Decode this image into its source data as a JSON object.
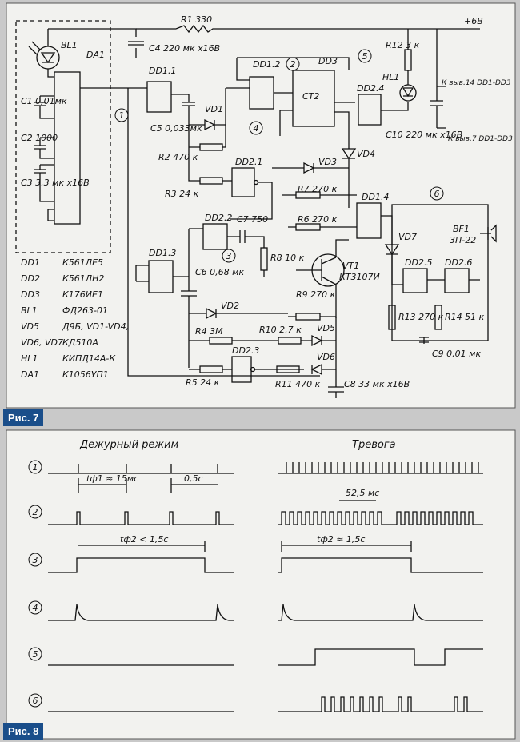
{
  "fig7": {
    "caption": "Рис. 7",
    "supply": "+6В",
    "chips": {
      "da1": "DA1",
      "dd1_1": "DD1.1",
      "dd1_2": "DD1.2",
      "dd1_3": "DD1.3",
      "dd1_4": "DD1.4",
      "dd2_1": "DD2.1",
      "dd2_2": "DD2.2",
      "dd2_3": "DD2.3",
      "dd2_4": "DD2.4",
      "dd2_5": "DD2.5",
      "dd2_6": "DD2.6",
      "dd3": "DD3",
      "ct2": "CT2",
      "bl1": "BL1",
      "hl1": "HL1",
      "vt1": "VT1",
      "vt1_type": "КТ3107И",
      "bf1": "BF1",
      "bf1_type": "3П-22"
    },
    "components": {
      "r1": "R1 330",
      "c4": "C4 220 мк х16В",
      "r12": "R12 3 к",
      "c10": "C10 220 мк х16В",
      "c1": "C1 0,01мк",
      "c2": "C2 1000",
      "c3": "C3 3,3 мк х16В",
      "c5": "C5 0,033мк",
      "vd1": "VD1",
      "r2": "R2 470 к",
      "r3": "R3 24 к",
      "vd3": "VD3",
      "vd4": "VD4",
      "r7": "R7 270 к",
      "r6": "R6 270 к",
      "c7": "C7 750",
      "r8": "R8 10 к",
      "c6": "C6 0,68 мк",
      "vd2": "VD2",
      "r4": "R4 3М",
      "r5": "R5 24 к",
      "r9": "R9 270 к",
      "r10": "R10 2,7 к",
      "vd5": "VD5",
      "vd6": "VD6",
      "r11": "R11 470 к",
      "c8": "C8 33 мк х16В",
      "vd7": "VD7",
      "r13": "R13 270 к",
      "r14": "R14 51 к",
      "c9": "C9 0,01 мк"
    },
    "power_notes": [
      "К выв.14 DD1-DD3",
      "К выв.7 DD1-DD3"
    ],
    "parts_list": [
      [
        "DD1",
        "К561ЛЕ5"
      ],
      [
        "DD2",
        "К561ЛН2"
      ],
      [
        "DD3",
        "К176ИЕ1"
      ],
      [
        "BL1",
        "ФД263-01"
      ],
      [
        "VD5",
        "Д9Б, VD1-VD4,"
      ],
      [
        "VD6, VD7",
        "КД510А"
      ],
      [
        "HL1",
        "КИПД14А-К"
      ],
      [
        "DA1",
        "К1056УП1"
      ]
    ],
    "test_points": [
      "1",
      "2",
      "3",
      "4",
      "5",
      "6"
    ]
  },
  "fig8": {
    "caption": "Рис. 8",
    "mode_standby": "Дежурный режим",
    "mode_alarm": "Тревога",
    "t_phi1": "tф1 ≈ 15мс",
    "t_half": "0,5с",
    "t_phi2_lt": "tф2 < 1,5с",
    "t_52": "52,5 мс",
    "t_phi2_eq": "tф2 ≈ 1,5с",
    "rows": [
      "1",
      "2",
      "3",
      "4",
      "5",
      "6"
    ]
  }
}
